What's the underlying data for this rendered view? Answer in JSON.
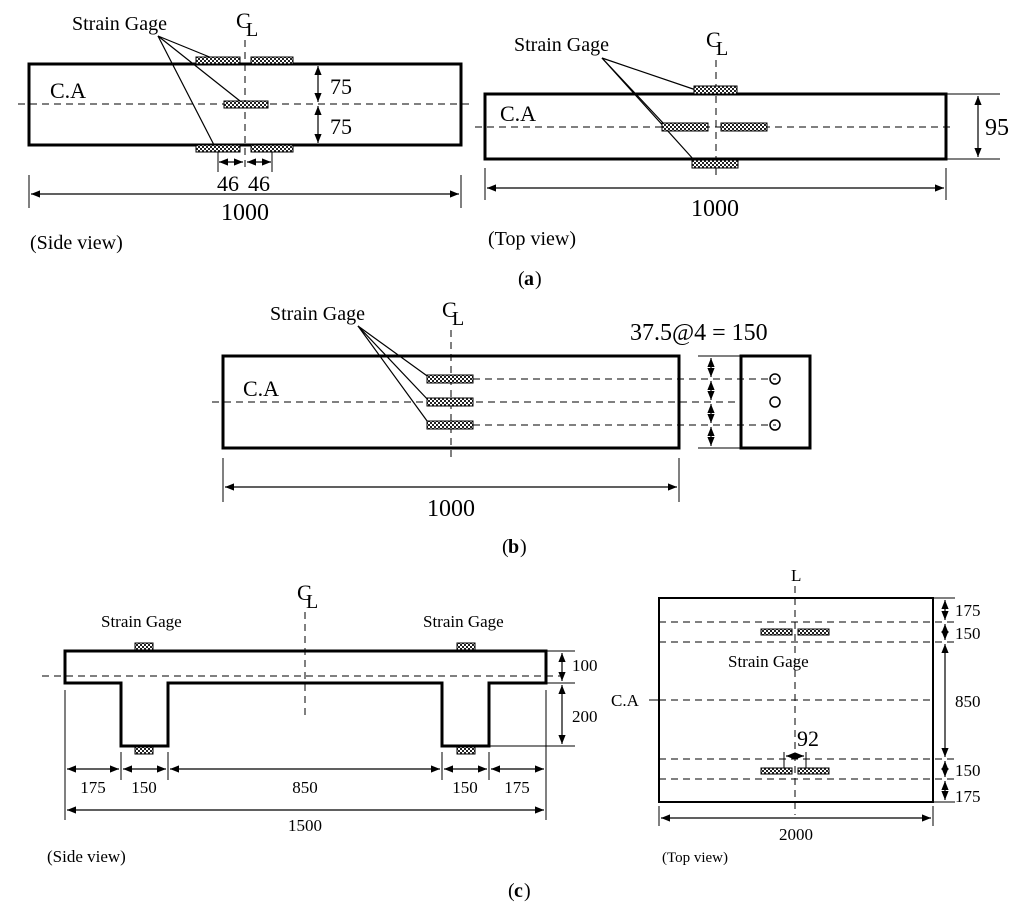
{
  "labels": {
    "strain_gage": "Strain Gage",
    "strain_gage_spaced": "Strain Gage",
    "centerline": "C",
    "centerline_sub": "L",
    "ca": "C.A",
    "side_view": "(Side view)",
    "top_view": "(Top view)",
    "side_view_c": "(Side view)",
    "top_view_c": "(Top view)",
    "l_only": "L"
  },
  "captions": {
    "a": "a",
    "b": "b",
    "c": "c"
  },
  "dims_a": {
    "half_depth_top": "75",
    "half_depth_bottom": "75",
    "gage_left": "46",
    "gage_right": "46",
    "side_length": "1000",
    "top_width": "95",
    "top_length": "1000"
  },
  "dims_b": {
    "spacing": "37.5@4 = 150",
    "length": "1000"
  },
  "dims_c": {
    "flange": "100",
    "web": "200",
    "seg1": "175",
    "seg2": "150",
    "seg3": "850",
    "seg4": "150",
    "seg5": "175",
    "total": "1500",
    "r1": "175",
    "r2": "150",
    "r3": "850",
    "r4": "150",
    "r5": "175",
    "gap": "92",
    "top_length": "2000"
  }
}
